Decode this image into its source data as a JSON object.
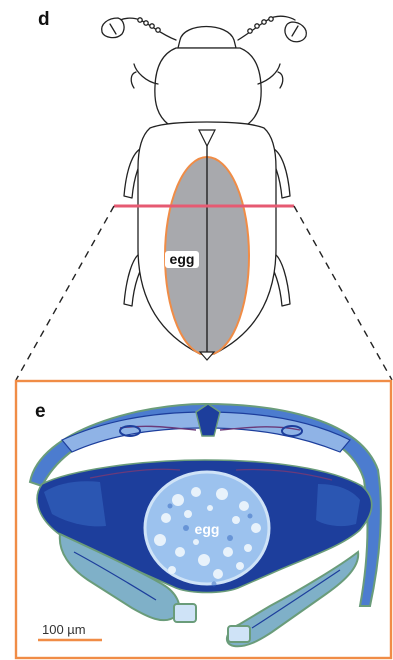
{
  "panels": {
    "d": {
      "label": "d",
      "egg_label": "egg"
    },
    "e": {
      "label": "e",
      "egg_label": "egg",
      "scale_bar": "100 µm"
    }
  },
  "colors": {
    "egg_fill": "#a8a9ad",
    "egg_outline": "#f08c46",
    "section_line": "#e65a72",
    "frame": "#f08c46",
    "scale_bar": "#f08c46",
    "tissue_dark": "#1d3e9c",
    "tissue_mid": "#4c7ccf",
    "tissue_light": "#cfe3f7",
    "cuticle": "#6a9c7a"
  }
}
